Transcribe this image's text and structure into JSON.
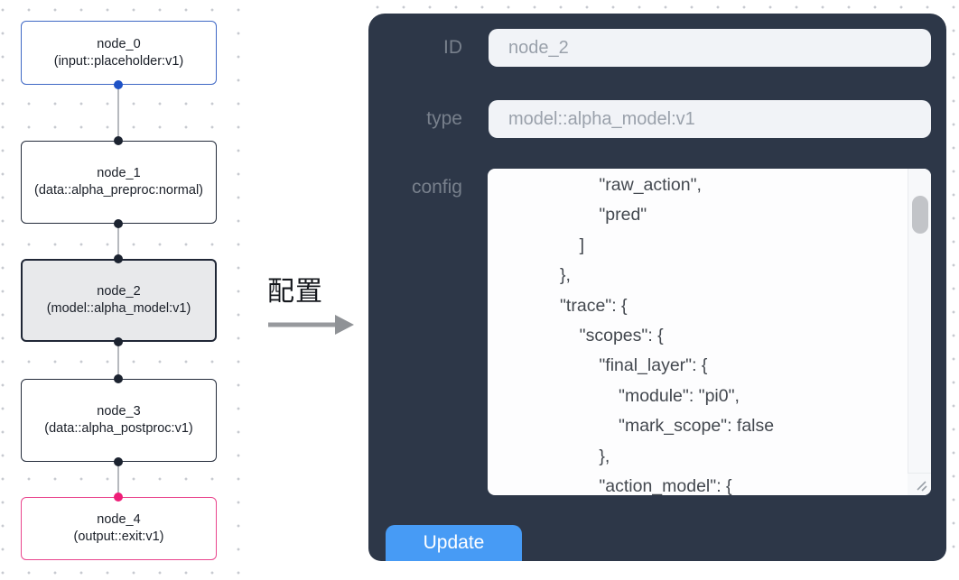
{
  "canvas": {
    "nodes": [
      {
        "name": "node_0",
        "type": "(input::placeholder:v1)",
        "role": "input",
        "selected": false
      },
      {
        "name": "node_1",
        "type": "(data::alpha_preproc:normal)",
        "role": "data",
        "selected": false
      },
      {
        "name": "node_2",
        "type": "(model::alpha_model:v1)",
        "role": "model",
        "selected": true
      },
      {
        "name": "node_3",
        "type": "(data::alpha_postproc:v1)",
        "role": "data",
        "selected": false
      },
      {
        "name": "node_4",
        "type": "(output::exit:v1)",
        "role": "output",
        "selected": false
      }
    ]
  },
  "transition": {
    "label": "配置"
  },
  "panel": {
    "fields": [
      {
        "label": "ID",
        "value": "node_2"
      },
      {
        "label": "type",
        "value": "model::alpha_model:v1"
      }
    ],
    "config_label": "config",
    "config_text": "                    \"raw_action\",\n                    \"pred\"\n                ]\n            },\n            \"trace\": {\n                \"scopes\": {\n                    \"final_layer\": {\n                        \"module\": \"pi0\",\n                        \"mark_scope\": false\n                    },\n                    \"action_model\": {",
    "update_label": "Update"
  },
  "colors": {
    "panel_bg": "#2d3748",
    "accent_blue": "#479bf5",
    "node_input_border": "#3f68c5",
    "node_output_border": "#e9458d",
    "node_selected_bg": "#e8e9eb",
    "port_input": "#1e52c6",
    "port_output": "#ee1d77",
    "port_default": "#1c2330",
    "edge": "#b6b9be"
  }
}
